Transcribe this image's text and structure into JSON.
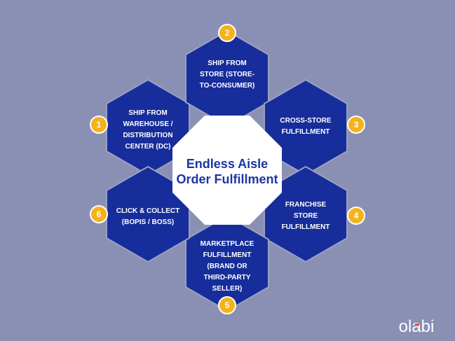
{
  "center": {
    "title_lines": [
      "Endless Aisle",
      "Order Fulfillment"
    ]
  },
  "nodes": [
    {
      "number": "1",
      "lines": [
        "SHIP FROM",
        "WAREHOUSE /",
        "DISTRIBUTION",
        "CENTER (DC)"
      ]
    },
    {
      "number": "2",
      "lines": [
        "SHIP FROM",
        "STORE (STORE-",
        "TO-CONSUMER)"
      ]
    },
    {
      "number": "3",
      "lines": [
        "CROSS-STORE",
        "FULFILLMENT"
      ]
    },
    {
      "number": "4",
      "lines": [
        "FRANCHISE",
        "STORE",
        "FULFILLMENT"
      ]
    },
    {
      "number": "5",
      "lines": [
        "MARKETPLACE",
        "FULFILLMENT",
        "(BRAND OR",
        "THIRD-PARTY",
        "SELLER)"
      ]
    },
    {
      "number": "6",
      "lines": [
        "CLICK & COLLECT",
        "(BOPIS / BOSS)"
      ]
    }
  ],
  "logo": {
    "text": "olabi"
  },
  "colors": {
    "background": "#8a90b4",
    "hexagon": "#162d9b",
    "badge": "#f6b21b",
    "center_text": "#1c35a3",
    "logo_accent": "#e9542a"
  }
}
